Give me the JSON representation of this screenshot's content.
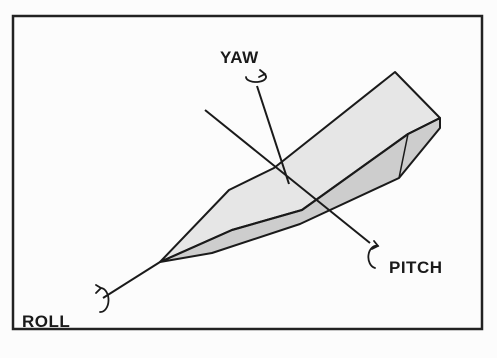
{
  "diagram": {
    "labels": {
      "yaw": "YAW",
      "pitch": "PITCH",
      "roll": "ROLL"
    },
    "colors": {
      "ink": "#1a1a1a",
      "border": "#222222",
      "hull_fill": "#dcdcdc",
      "hull_top": "#e6e6e6",
      "hull_side": "#c9c9c9",
      "background": "#fcfcfc"
    },
    "icons": [
      "rotation-arrow-icon"
    ]
  }
}
